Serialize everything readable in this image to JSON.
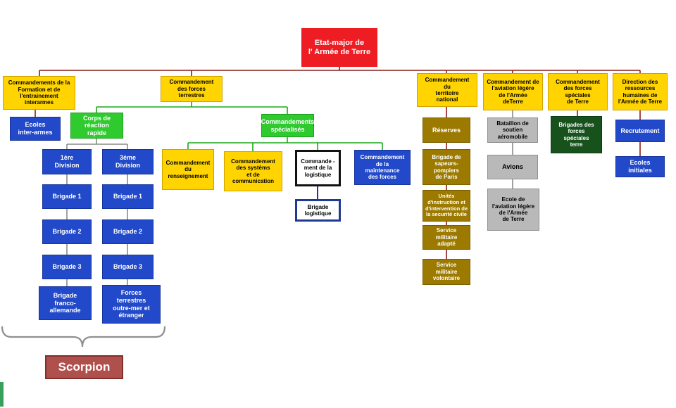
{
  "nodes": {
    "etat_major": "Etat-major de\nl' Armée de Terre",
    "cmdt_formation": "Commandements de la\nFormation et de\nl'entrainement\ninterarmes",
    "cmdt_forces_terrestres": "Commandement\ndes forces\nterrestres",
    "cmdt_territoire": "Commandement\ndu\nterritoire\nnational",
    "cmdt_aviation": "Commandement de\nl'aviation légère\nde l'Armée\ndeTerre",
    "cmdt_forces_speciales": "Commandement\ndes forces\nspéciales\nde Terre",
    "drh": "Direction des\nressources\nhumaines  de\nl'Armée de Terre",
    "ecoles_interarmes": "Ecoles\ninter-armes",
    "corps_reaction": "Corps de\nréaction\nrapide",
    "cmdt_specialises": "Commandements\nspécialisés",
    "div1": "1ère\nDivision",
    "div3": "3éme\nDivision",
    "d1_brigade1": "Brigade 1",
    "d1_brigade2": "Brigade 2",
    "d1_brigade3": "Brigade 3",
    "brigade_franco_allemande": "Brigade\nfranco-\nallemande",
    "d3_brigade1": "Brigade 1",
    "d3_brigade2": "Brigade 2",
    "d3_brigade3": "Brigade 3",
    "forces_outremer": "Forces\nterrestres\noutre-mer et\nétranger",
    "cmdt_renseignement": "Commandement\ndu\nrenseignement",
    "cmdt_systemes": "Commandement\ndes systèms\net de\ncommunication",
    "cmdt_logistique": "Commande -\nment de la\nlogistique",
    "cmdt_maintenance": "Commandement\nde la\nmaintenance\ndes forces",
    "brigade_logistique": "Brigade\nlogistique",
    "reserves": "Réserves",
    "brigade_sapeurs": "Brigade de\nsapeurs-\npompiers\nde Paris",
    "unites_instruction": "Unités\nd'instruction et\nd'intervention de\nla securité civile",
    "service_adapte": "Service\nmilitaire\nadapté",
    "service_volontaire": "Service\nmilitaire\nvolontaire",
    "bataillon_soutien": "Bataillon de\nsoutien\naéromobile",
    "avions": "Avions",
    "ecole_aviation": "Ecole de\nl'aviation légère\nde l'Armée\nde Terre",
    "brigades_forces_speciales": "Brigades des\nforces\nspéciales\nterre",
    "recrutement": "Recrutement",
    "ecoles_initiales": "Ecoles initiales",
    "scorpion": "Scorpion"
  },
  "hierarchy": {
    "etat_major": [
      "cmdt_formation",
      "cmdt_forces_terrestres",
      "cmdt_territoire",
      "cmdt_aviation",
      "cmdt_forces_speciales",
      "drh"
    ],
    "cmdt_formation": [
      "ecoles_interarmes"
    ],
    "cmdt_forces_terrestres": [
      "corps_reaction",
      "cmdt_specialises"
    ],
    "corps_reaction": [
      "div1",
      "div3"
    ],
    "div1": [
      "d1_brigade1",
      "d1_brigade2",
      "d1_brigade3",
      "brigade_franco_allemande"
    ],
    "div3": [
      "d3_brigade1",
      "d3_brigade2",
      "d3_brigade3",
      "forces_outremer"
    ],
    "cmdt_specialises": [
      "cmdt_renseignement",
      "cmdt_systemes",
      "cmdt_logistique",
      "cmdt_maintenance"
    ],
    "cmdt_logistique": [
      "brigade_logistique"
    ],
    "cmdt_territoire": [
      "reserves",
      "brigade_sapeurs",
      "unites_instruction",
      "service_adapte",
      "service_volontaire"
    ],
    "cmdt_aviation": [
      "bataillon_soutien",
      "avions",
      "ecole_aviation"
    ],
    "cmdt_forces_speciales": [
      "brigades_forces_speciales"
    ],
    "drh": [
      "recrutement",
      "ecoles_initiales"
    ],
    "scorpion_brace_covers": [
      "div1",
      "div3"
    ]
  },
  "palette": {
    "red": "#ee1c23",
    "yellow": "#ffd400",
    "green": "#2eca2e",
    "blue": "#2149c9",
    "dark_gold": "#9c7a00",
    "gray": "#b9b9b9",
    "dark_green": "#17521c",
    "scorpion": "#b0504d",
    "line_maroon": "#8c1d18",
    "line_green": "#18a818",
    "line_gray": "#8a8a8a",
    "line_navy": "#1f3a93"
  }
}
